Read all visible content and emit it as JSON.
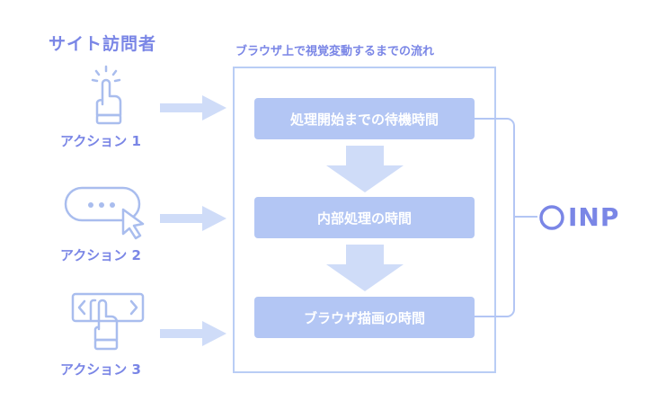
{
  "visitor": {
    "title": "サイト訪問者",
    "actions": [
      {
        "label": "アクション 1",
        "icon": "tap-finger-icon"
      },
      {
        "label": "アクション 2",
        "icon": "cursor-click-button-icon"
      },
      {
        "label": "アクション 3",
        "icon": "swipe-finger-icon"
      }
    ]
  },
  "flow": {
    "title": "ブラウザ上で視覚変動するまでの流れ",
    "steps": [
      "処理開始までの待機時間",
      "内部処理の時間",
      "ブラウザ描画の時間"
    ]
  },
  "result": {
    "label": "INP"
  },
  "colors": {
    "accent_text": "#7a86e6",
    "step_fill": "#b3c6f4",
    "arrow_fill": "#cfdcf8",
    "frame_border": "#b9cdf5",
    "icon_stroke": "#a9bdee"
  }
}
